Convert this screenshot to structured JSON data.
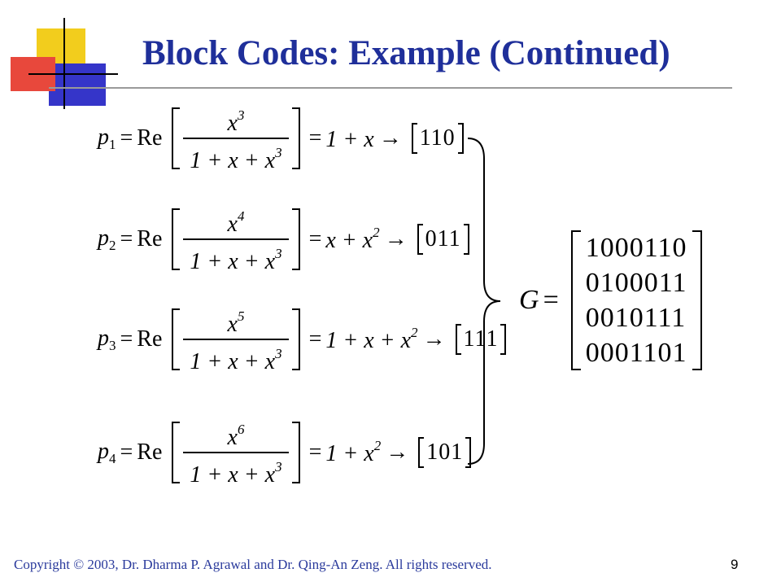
{
  "colors": {
    "title": "#1f2f9a",
    "text": "#000000",
    "footer": "#2a3a9c",
    "rule": "#9a9a9a",
    "logo_yellow": "#f2cd1d",
    "logo_red": "#e8483c",
    "logo_blue": "#3535c9"
  },
  "slide": {
    "title": "Block Codes: Example (Continued)",
    "footer": "Copyright © 2003, Dr. Dharma P. Agrawal and Dr. Qing-An Zeng. All rights reserved.",
    "page_number": "9"
  },
  "equations": [
    {
      "p": "p",
      "index": "1",
      "re": "Re",
      "num_base": "x",
      "num_exp": "3",
      "den": "1 + x + x",
      "den_exp": "3",
      "rhs": "1 + x",
      "rhs_exp": "",
      "vector": "110"
    },
    {
      "p": "p",
      "index": "2",
      "re": "Re",
      "num_base": "x",
      "num_exp": "4",
      "den": "1 + x + x",
      "den_exp": "3",
      "rhs": "x + x",
      "rhs_exp": "2",
      "vector": "011"
    },
    {
      "p": "p",
      "index": "3",
      "re": "Re",
      "num_base": "x",
      "num_exp": "5",
      "den": "1 + x + x",
      "den_exp": "3",
      "rhs": "1 + x + x",
      "rhs_exp": "2",
      "vector": "111"
    },
    {
      "p": "p",
      "index": "4",
      "re": "Re",
      "num_base": "x",
      "num_exp": "6",
      "den": "1 + x + x",
      "den_exp": "3",
      "rhs": "1 + x",
      "rhs_exp": "2",
      "vector": "101"
    }
  ],
  "generator": {
    "label": "G",
    "equals": "=",
    "rows": [
      "1000110",
      "0100011",
      "0010111",
      "0001101"
    ]
  },
  "symbols": {
    "equals": "=",
    "arrow": "→"
  }
}
